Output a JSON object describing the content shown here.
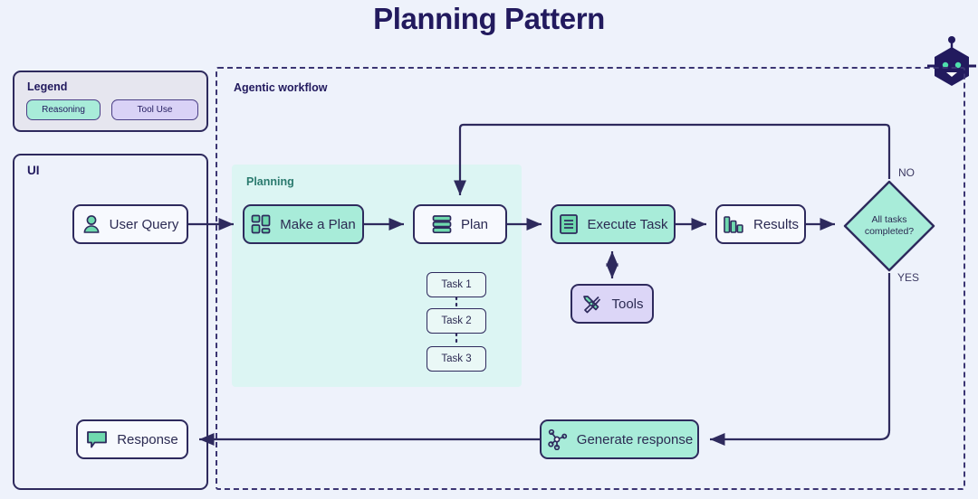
{
  "page": {
    "title": "Planning Pattern",
    "logo_icon": "robot-head-icon",
    "bg_color": "#eef2fb",
    "ink_color": "#2e2a5d",
    "reasoning_color": "#a8ecd9",
    "tool_color": "#dcd6f7"
  },
  "legend": {
    "title": "Legend",
    "items": [
      {
        "label": "Reasoning",
        "color": "#a8ecd9"
      },
      {
        "label": "Tool Use",
        "color": "#dcd6f7"
      }
    ]
  },
  "ui_panel": {
    "label": "UI"
  },
  "agentic_panel": {
    "label": "Agentic workflow"
  },
  "planning_zone": {
    "label": "Planning",
    "color": "#dcf5f3"
  },
  "nodes": {
    "user_query": {
      "label": "User Query",
      "icon": "user-icon",
      "style": "white"
    },
    "make_a_plan": {
      "label": "Make a Plan",
      "icon": "grid-icon",
      "style": "reasoning"
    },
    "plan": {
      "label": "Plan",
      "icon": "stacked-bars-icon",
      "style": "white"
    },
    "execute_task": {
      "label": "Execute Task",
      "icon": "document-icon",
      "style": "reasoning"
    },
    "results": {
      "label": "Results",
      "icon": "bar-chart-icon",
      "style": "white"
    },
    "tools": {
      "label": "Tools",
      "icon": "tools-icon",
      "style": "tool"
    },
    "generate_response": {
      "label": "Generate response",
      "icon": "network-icon",
      "style": "reasoning"
    },
    "response": {
      "label": "Response",
      "icon": "speech-bubble-icon",
      "style": "white"
    }
  },
  "tasks": [
    {
      "label": "Task 1"
    },
    {
      "label": "Task 2"
    },
    {
      "label": "Task 3"
    }
  ],
  "decision": {
    "text_line1": "All tasks",
    "text_line2": "completed?",
    "branch_no": "NO",
    "branch_yes": "YES",
    "color": "#a8ecd9"
  }
}
